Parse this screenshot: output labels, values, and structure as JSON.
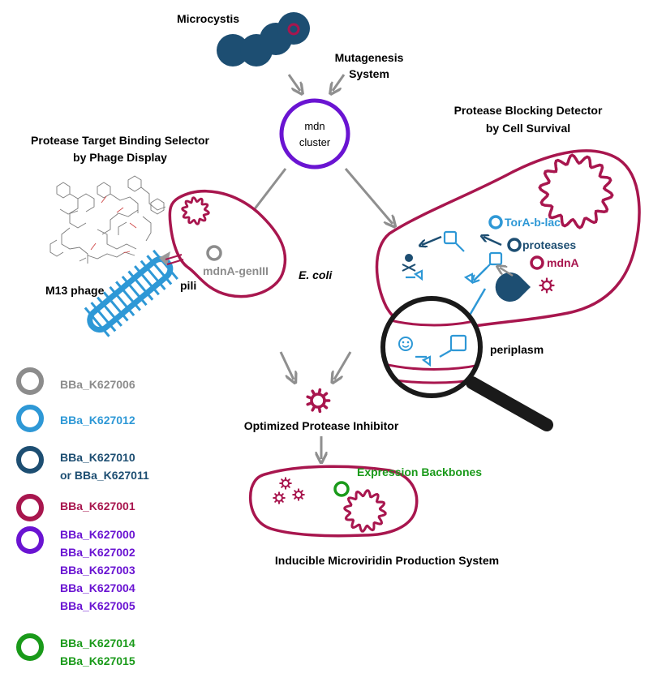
{
  "colors": {
    "grey": "#8c8c8c",
    "light_blue": "#2e98d6",
    "dark_blue": "#1d4e72",
    "magenta": "#a8164e",
    "purple": "#6a14d2",
    "green": "#1a9a1a",
    "arrow_grey": "#8f8f8f"
  },
  "labels": {
    "microcystis": "Microcystis",
    "mutagenesis_1": "Mutagenesis",
    "mutagenesis_2": "System",
    "mdn_1": "mdn",
    "mdn_2": "cluster",
    "selector_1": "Protease Target Binding Selector",
    "selector_2": "by Phage Display",
    "detector_1": "Protease Blocking Detector",
    "detector_2": "by Cell Survival",
    "m13": "M13 phage",
    "pili": "pili",
    "mdna_geniii": "mdnA-genIII",
    "ecoli": "E. coli",
    "tora": "TorA-b-lac",
    "proteases": "proteases",
    "mdna": "mdnA",
    "periplasm": "periplasm",
    "optimized": "Optimized Protease Inhibitor",
    "expression": "Expression Backbones",
    "inducible": "Inducible Microviridin Production System"
  },
  "legend": [
    {
      "color_key": "grey",
      "lines": [
        "BBa_K627006"
      ]
    },
    {
      "color_key": "light_blue",
      "lines": [
        "BBa_K627012"
      ]
    },
    {
      "color_key": "dark_blue",
      "lines": [
        "BBa_K627010",
        "or BBa_K627011"
      ]
    },
    {
      "color_key": "magenta",
      "lines": [
        "BBa_K627001"
      ]
    },
    {
      "color_key": "purple",
      "lines": [
        "BBa_K627000",
        "BBa_K627002",
        "BBa_K627003",
        "BBa_K627004",
        "BBa_K627005"
      ]
    },
    {
      "color_key": "green",
      "lines": [
        "BBa_K627014",
        "BBa_K627015"
      ]
    }
  ]
}
